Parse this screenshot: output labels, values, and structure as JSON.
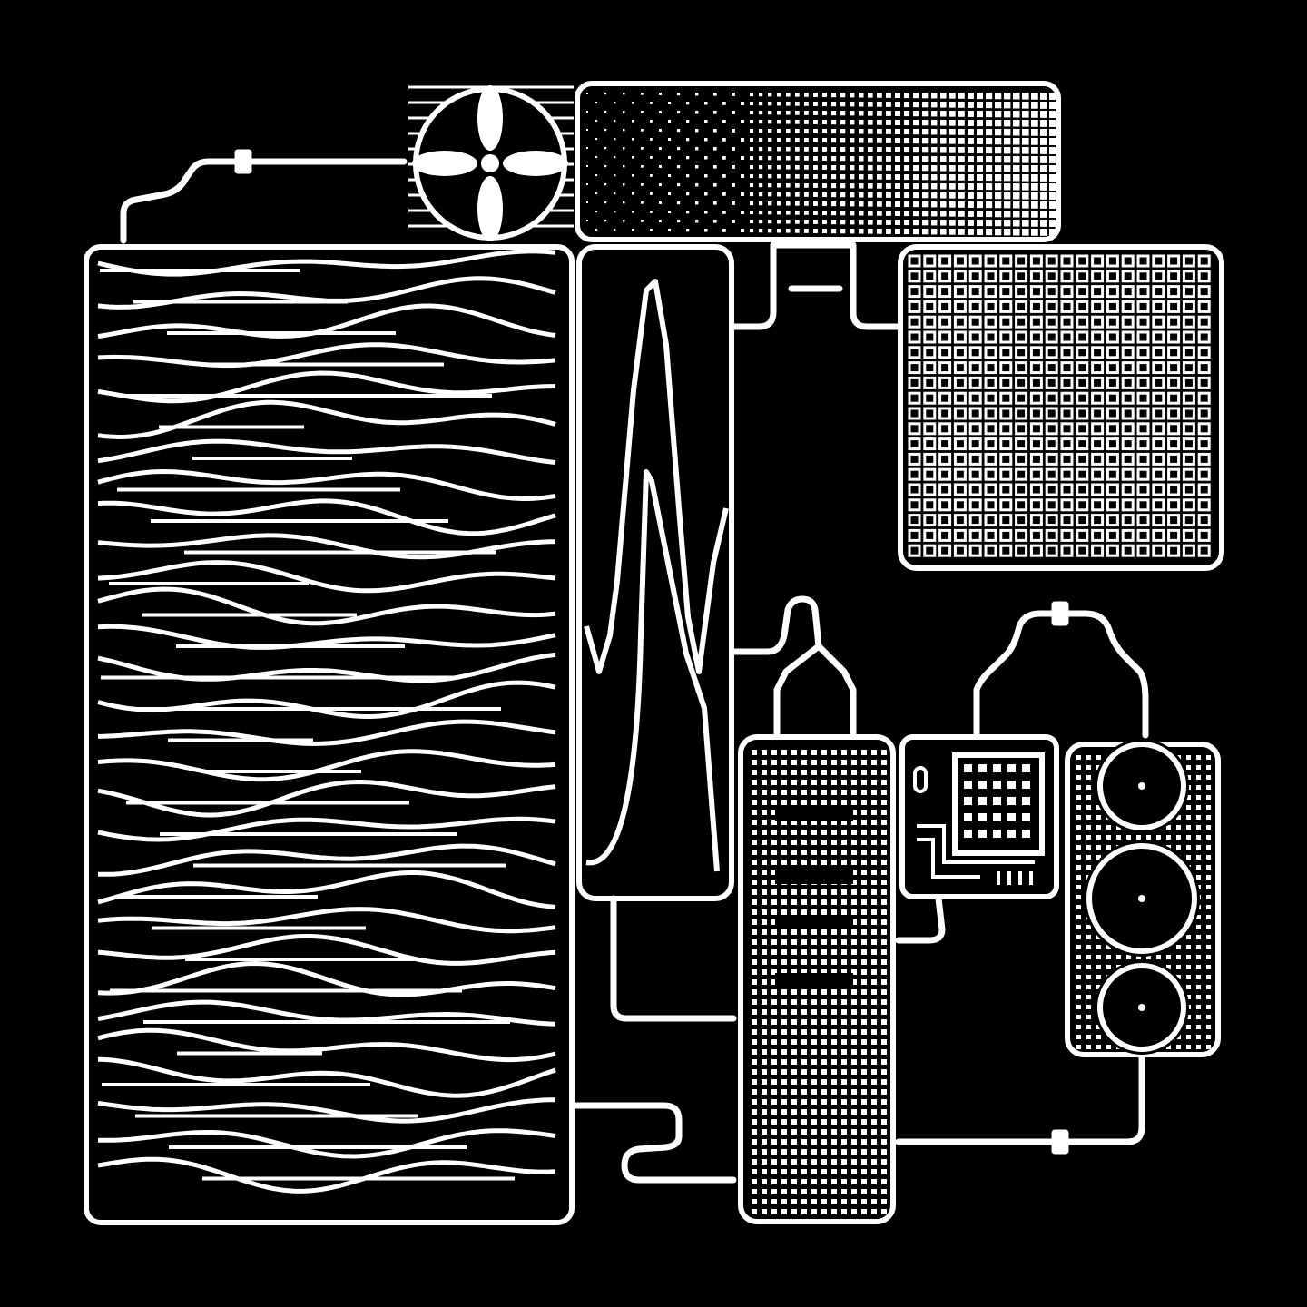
{
  "theme": {
    "background": "#000000",
    "foreground": "#ffffff"
  },
  "panels": [
    {
      "name": "wave-lines-panel",
      "icon": "sine-wave-lines-icon",
      "wave_rows": 30
    },
    {
      "name": "spike-waveform-panel",
      "icon": "waveform-spike-icon"
    },
    {
      "name": "fan-module",
      "icon": "fan-blades-icon",
      "blades": 4
    },
    {
      "name": "dither-gradient-panel",
      "icon": "gradient-dither-icon"
    },
    {
      "name": "grid-matrix-panel",
      "icon": "grid-matrix-icon"
    },
    {
      "name": "dotted-column-panel",
      "icon": "dot-column-icon"
    },
    {
      "name": "circuit-chip-panel",
      "icon": "circuit-chip-icon"
    },
    {
      "name": "lobes-panel",
      "icon": "circle-lobes-icon",
      "lobes": 3
    }
  ],
  "connectors": [
    {
      "name": "pipe-top-left",
      "icon": "pipe-connector-icon"
    },
    {
      "name": "pipe-top-middle",
      "icon": "pipe-connector-icon"
    },
    {
      "name": "pipe-spike-to-column",
      "icon": "pipe-connector-icon"
    },
    {
      "name": "pipe-column-top-loop",
      "icon": "pipe-connector-icon"
    },
    {
      "name": "pipe-lobes-top-arch",
      "icon": "pipe-connector-icon"
    },
    {
      "name": "pipe-bottom-right",
      "icon": "pipe-connector-icon"
    },
    {
      "name": "pipe-bottom-left-s",
      "icon": "pipe-connector-icon"
    },
    {
      "name": "pipe-chip-hook",
      "icon": "pipe-connector-icon"
    }
  ]
}
